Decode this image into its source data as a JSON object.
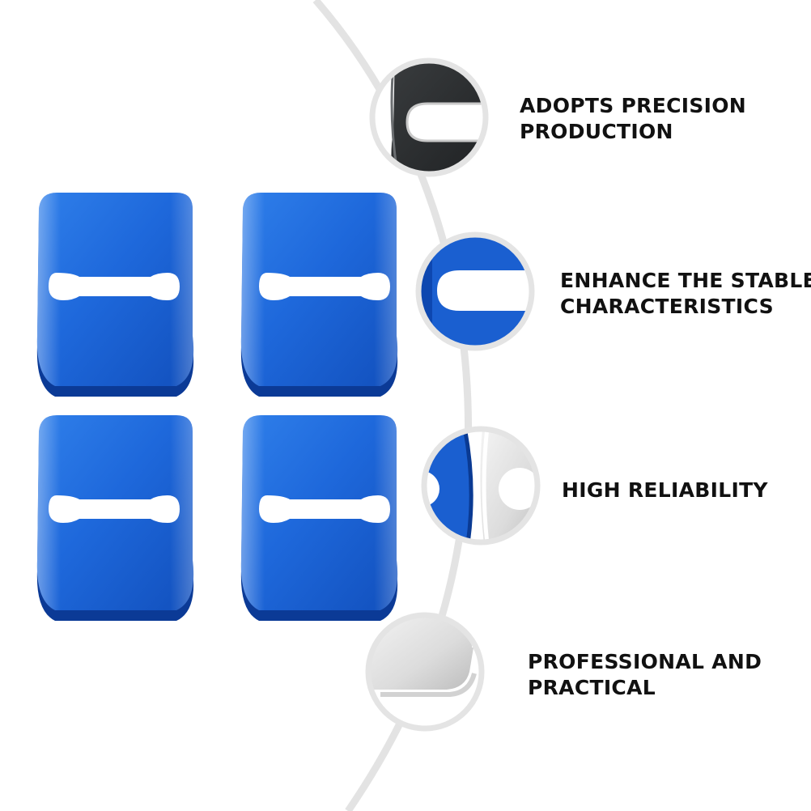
{
  "features": [
    {
      "id": "precision",
      "lines": [
        "ADOPTS PRECISION",
        "PRODUCTION"
      ],
      "detail": "black-cover-close-up"
    },
    {
      "id": "stable",
      "lines": [
        "ENHANCE THE STABLE",
        "CHARACTERISTICS"
      ],
      "detail": "blue-cover-close-up"
    },
    {
      "id": "reliability",
      "lines": [
        "HIGH RELIABILITY"
      ],
      "detail": "blue-and-silver-edge-close-up"
    },
    {
      "id": "practical",
      "lines": [
        "PROFESSIONAL AND",
        "PRACTICAL"
      ],
      "detail": "silver-corner-close-up"
    }
  ],
  "product": {
    "name": "door lock striker cover",
    "count": 4,
    "color": "#1a5fd0"
  },
  "colors": {
    "cover_light": "#3d8cf0",
    "cover_mid": "#1a5fd0",
    "cover_dark": "#0b3a96",
    "arc": "#e3e3e3",
    "circle_ring": "#e4e4e4",
    "text": "#111111"
  }
}
